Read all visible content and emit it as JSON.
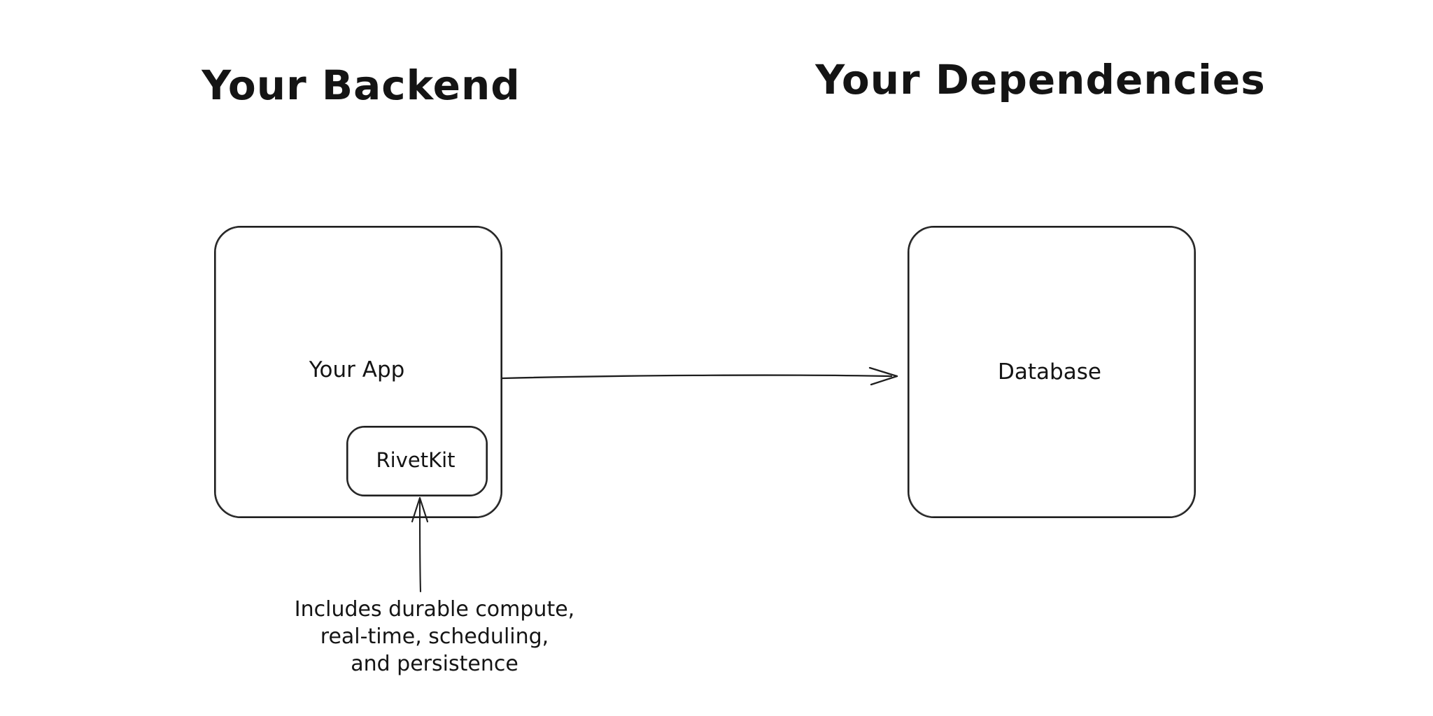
{
  "diagram": {
    "headings": {
      "backend": "Your Backend",
      "dependencies": "Your Dependencies"
    },
    "nodes": {
      "app": {
        "label": "Your App"
      },
      "rivetkit": {
        "label": "RivetKit"
      },
      "database": {
        "label": "Database"
      }
    },
    "annotation": {
      "line1": "Includes durable compute,",
      "line2": "real-time, scheduling,",
      "line3": "and persistence"
    },
    "arrows": {
      "app_to_database": "arrow from Your App to Database",
      "annotation_to_rivetkit": "arrow from annotation to RivetKit"
    },
    "colors": {
      "stroke": "#1f1f1f",
      "background": "#ffffff"
    }
  }
}
